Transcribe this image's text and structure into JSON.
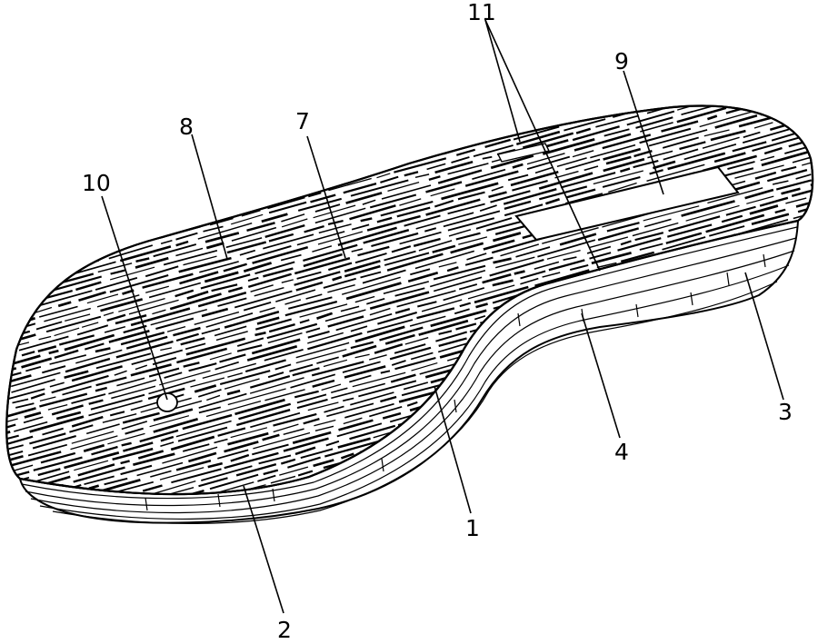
{
  "figure": {
    "type": "patent line drawing",
    "subject": "layered insole with opening and hole",
    "reference_numerals": [
      "1",
      "2",
      "3",
      "4",
      "7",
      "8",
      "9",
      "10",
      "11"
    ],
    "colors": {
      "ink": "#000000",
      "paper": "#ffffff"
    }
  }
}
